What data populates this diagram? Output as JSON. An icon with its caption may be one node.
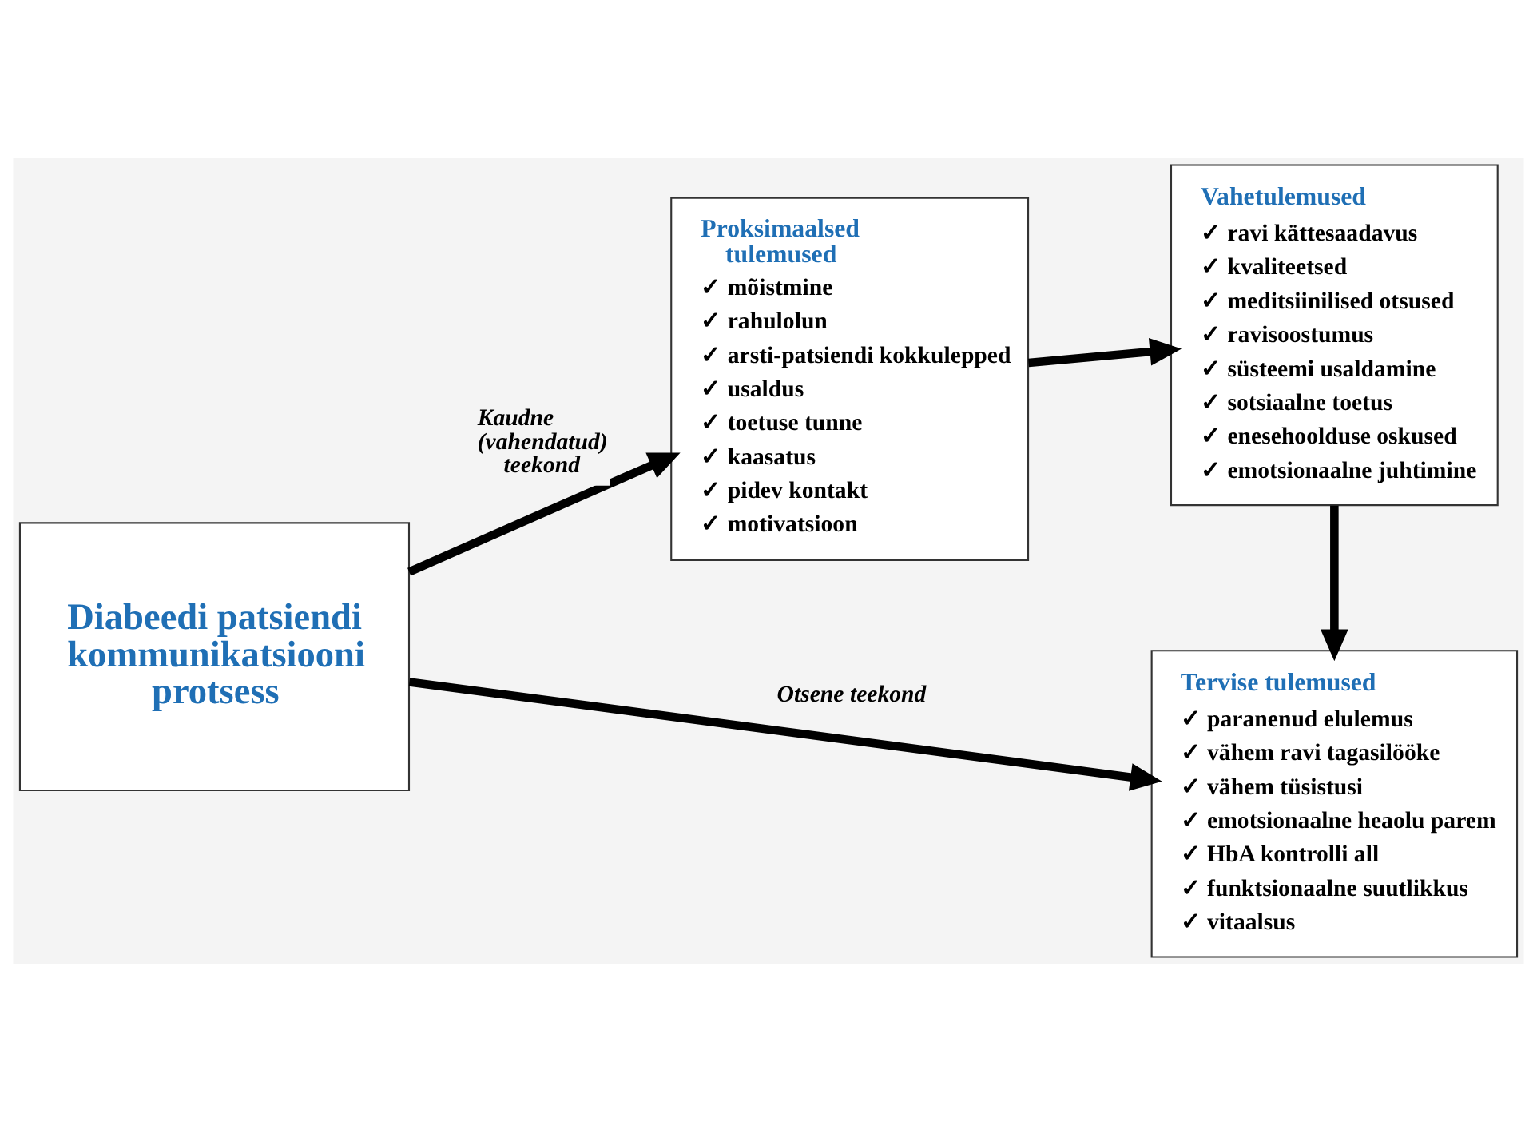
{
  "diagram": {
    "nodes": [
      {
        "text": [
          "Diabeedi patsiendi kommunikatsiooni protsess"
        ]
      },
      {
        "text": [
          "Proksimaalsed tulemused",
          "✓ mõistmine",
          "✓ rahulolun",
          "✓ arsti-patsiendi kokkulepped",
          "✓ usaldus",
          "✓ toetuse tunne",
          "✓ kaasatus",
          "✓ pidev kontakt",
          "✓ motivatsioon"
        ]
      },
      {
        "text": [
          "Vahetulemused",
          "✓ ravi kättesaadavus",
          "✓ kvaliteetsed",
          "✓ meditsiinilised otsused",
          "✓ ravisoostumus",
          "✓ süsteemi usaldamine",
          "✓ sotsiaalne toetus",
          "✓ enesehoolduse oskused",
          "✓ emotsionaalne juhtimine"
        ]
      },
      {
        "text": [
          "Tervise tulemused",
          "✓ paranenud elulemus",
          "✓ vähem ravi tagasilööke",
          "✓ vähem tüsistusi",
          "✓ emotsionaalne heaolu parem",
          "✓ HbA kontrolli all",
          "✓ funktsionaalne suutlikkus",
          "✓ vitaalsus"
        ]
      }
    ],
    "edges": [
      {
        "from": 0,
        "to": 1,
        "arrow": "to",
        "label": "Kaudne (vahendatud) teekond"
      },
      {
        "from": 1,
        "to": 2,
        "arrow": "to"
      },
      {
        "from": 2,
        "to": 3,
        "arrow": "to"
      },
      {
        "from": 0,
        "to": 3,
        "arrow": "to",
        "label": "Otsene teekond"
      }
    ]
  }
}
